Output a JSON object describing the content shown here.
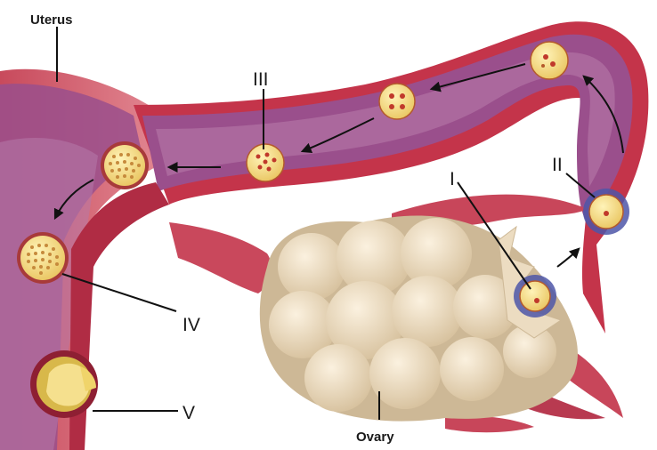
{
  "labels": {
    "uterus": "Uterus",
    "ovary": "Ovary",
    "stage_1": "I",
    "stage_2": "II",
    "stage_3": "III",
    "stage_4": "IV",
    "stage_5": "V"
  },
  "colors": {
    "tube_wall": "#c4344a",
    "tube_wall_dark": "#8e1f33",
    "tube_lumen": "#9a4f8c",
    "tube_lumen_light": "#b77aa9",
    "uterus_tissue": "#d7707f",
    "ovary": "#ecdcc1",
    "ovary_shadow": "#cdb896",
    "cell": "#f5dc86",
    "cell_border": "#b45a2c",
    "corona": "#4d56a8",
    "nucleus": "#c0392b",
    "arrow": "#111111"
  },
  "icons": {
    "arrow": "arrow-icon",
    "cell": "embryo-cell-icon"
  }
}
